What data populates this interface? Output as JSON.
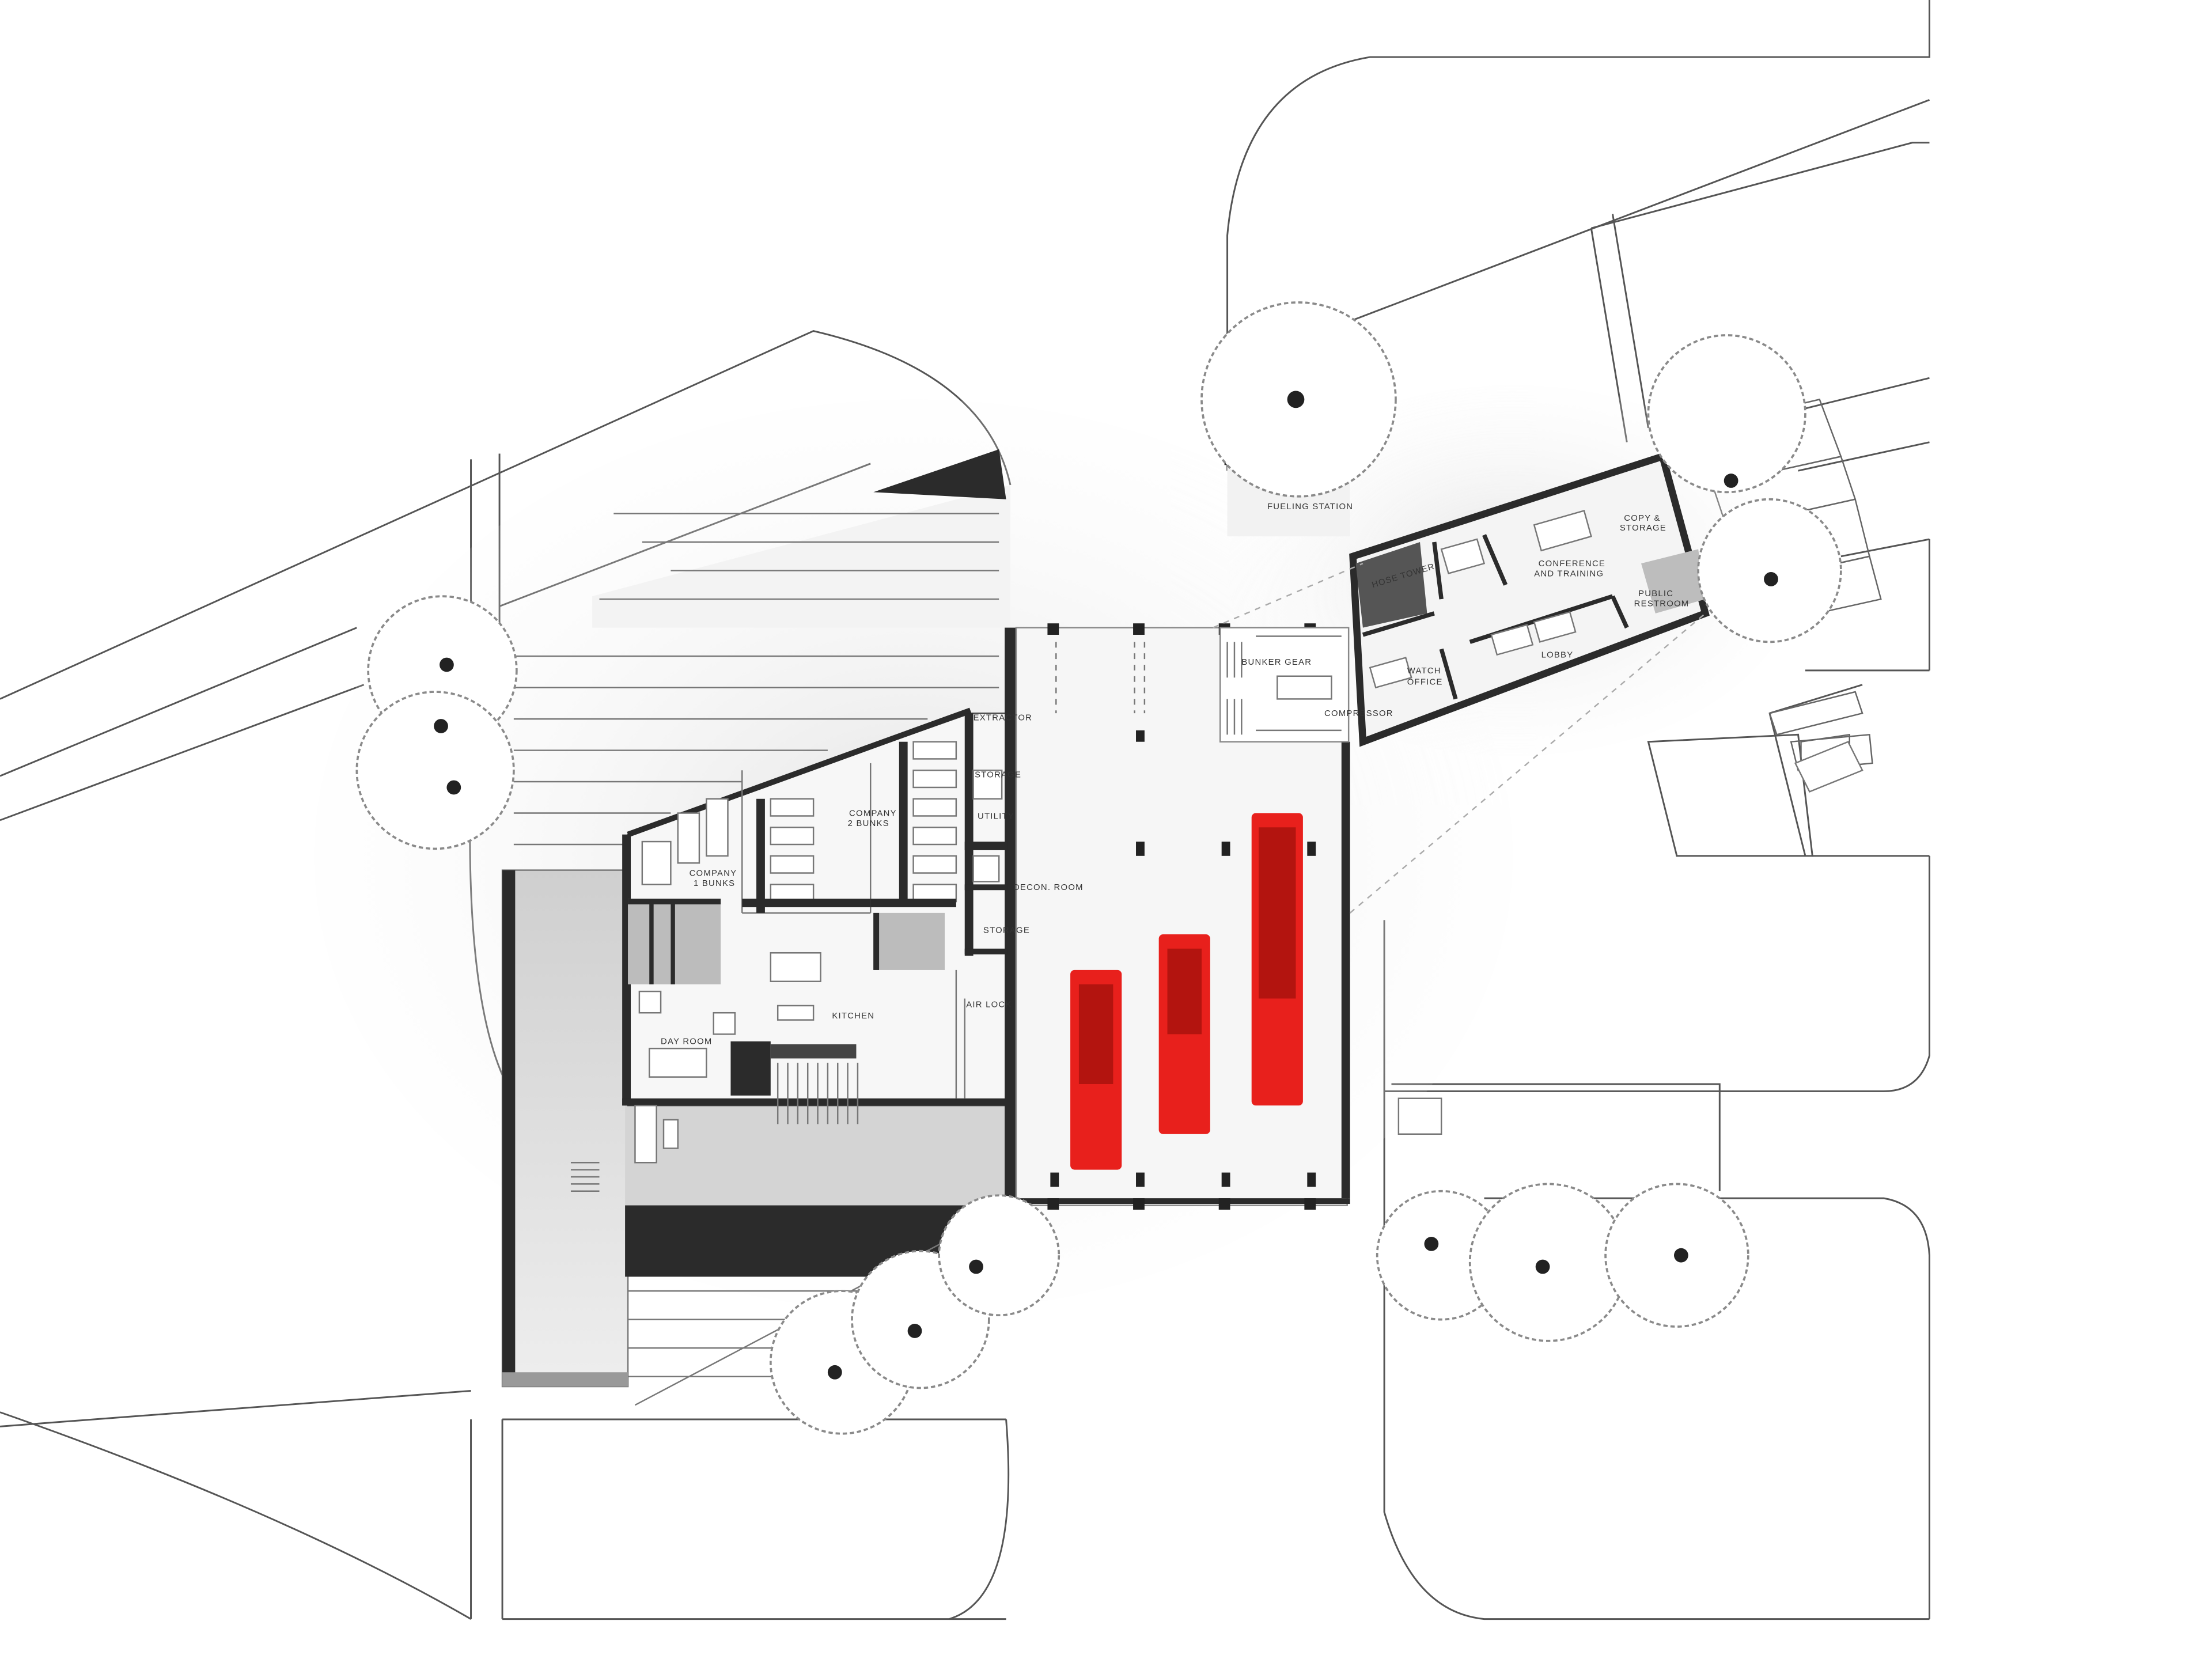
{
  "rooms": {
    "fueling_station": "FUELING STATION",
    "hose_tower": "HOSE TOWER",
    "conference": [
      "CONFERENCE",
      "AND TRAINING"
    ],
    "copy_storage": [
      "COPY &",
      "STORAGE"
    ],
    "public_restroom": [
      "PUBLIC",
      "RESTROOM"
    ],
    "watch_office": [
      "WATCH",
      "OFFICE"
    ],
    "lobby": "LOBBY",
    "bunker_gear": "BUNKER GEAR",
    "compressor": "COMPRESSOR",
    "extractor": "EXTRACTOR",
    "storage_upper": "STORAGE",
    "utility": "UTILITY",
    "company2": [
      "COMPANY",
      "2 BUNKS"
    ],
    "company1": [
      "COMPANY",
      "1 BUNKS"
    ],
    "decon": "DECON. ROOM",
    "storage_lower": "STORAGE",
    "air_lock": "AIR LOCK",
    "kitchen": "KITCHEN",
    "day_room": "DAY ROOM"
  },
  "colors": {
    "apparatus": "#e8201c",
    "apparatus_dark": "#b3140f",
    "wall": "#2b2b2b",
    "shadow": "#dcdcdc"
  },
  "apparatus_count": 3
}
